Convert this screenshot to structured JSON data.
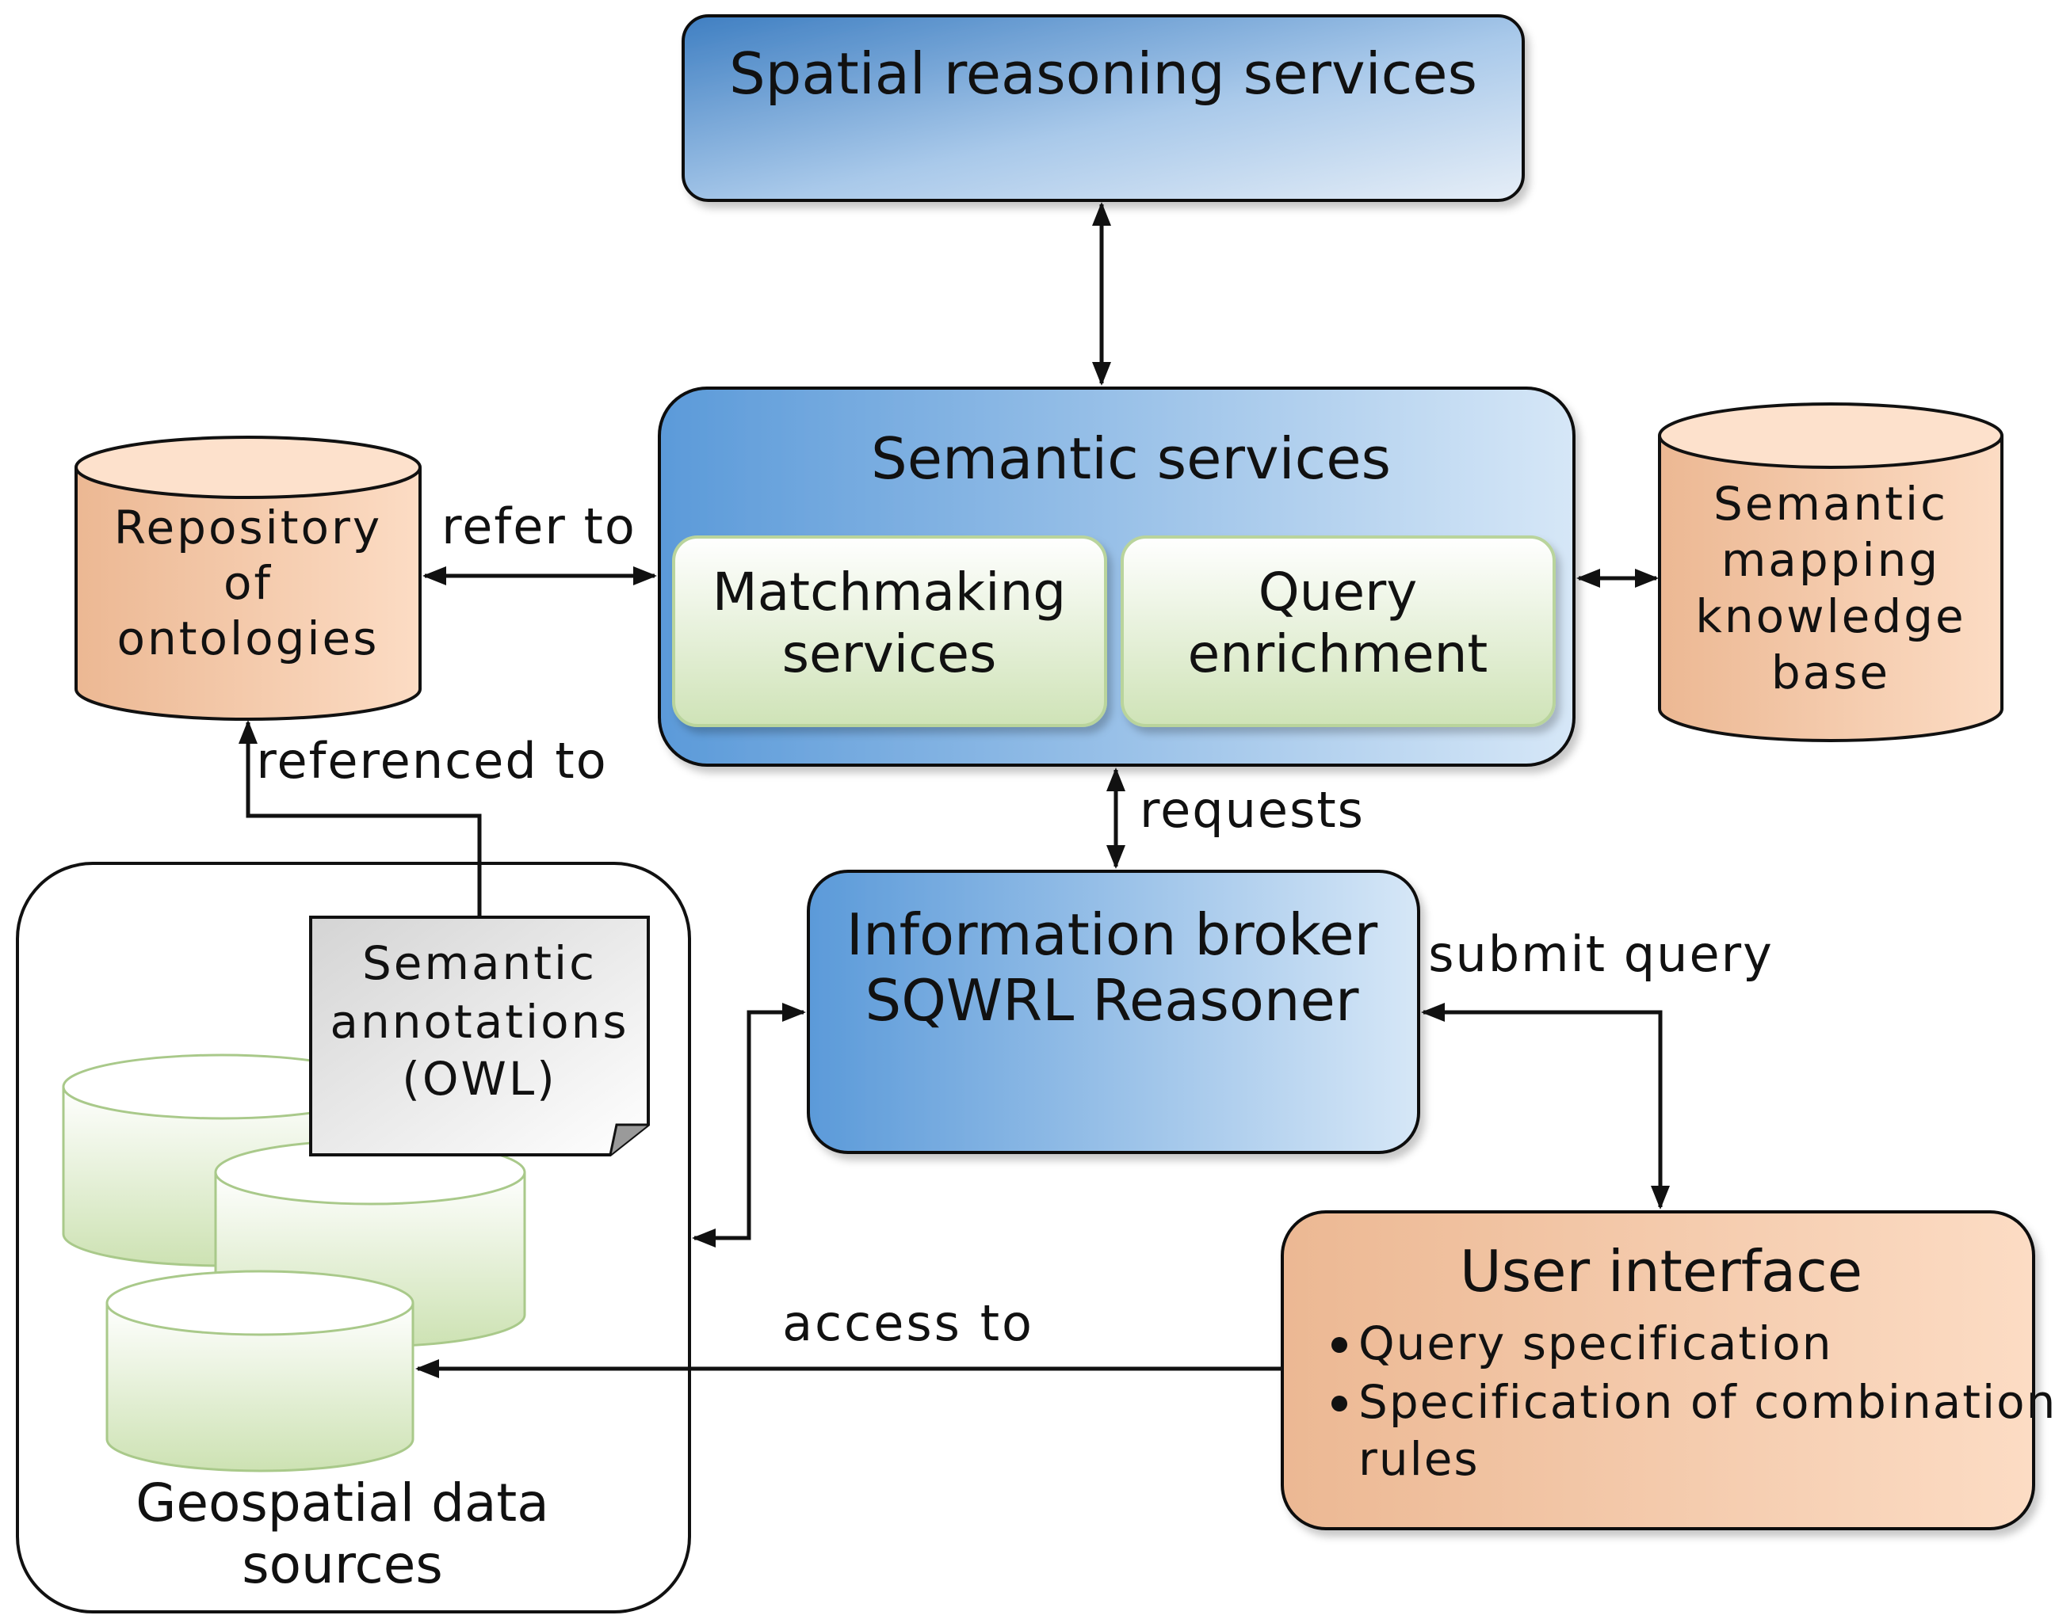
{
  "nodes": {
    "spatial": {
      "title": "Spatial reasoning services"
    },
    "semantic": {
      "title": "Semantic services"
    },
    "matchmaking": {
      "line1": "Matchmaking",
      "line2": "services"
    },
    "query_enrichment": {
      "line1": "Query",
      "line2": "enrichment"
    },
    "repository": {
      "line1": "Repository",
      "line2": "of",
      "line3": "ontologies"
    },
    "mapping_kb": {
      "line1": "Semantic",
      "line2": "mapping",
      "line3": "knowledge",
      "line4": "base"
    },
    "annotations": {
      "line1": "Semantic",
      "line2": "annotations",
      "line3": "(OWL)"
    },
    "geodata": {
      "line1": "Geospatial data",
      "line2": "sources"
    },
    "broker": {
      "line1": "Information broker",
      "line2": "SQWRL Reasoner"
    },
    "user_interface": {
      "title": "User interface",
      "bullet1": "Query specification",
      "bullet2_line1": "Specification of combination",
      "bullet2_line2": "rules"
    }
  },
  "edges": {
    "refer_to": "refer to",
    "referenced_to": "referenced to",
    "requests": "requests",
    "submit_query": "submit query",
    "access_to": "access to"
  },
  "colors": {
    "blue_dark": "#5e9bd8",
    "blue_light": "#d3e5f6",
    "blue_top_dark": "#4f8ac8",
    "blue_top_light": "#e2edf7",
    "orange_dark": "#e9b692",
    "orange_light": "#fbd8bf",
    "green_light": "#eef6e7",
    "green_dark": "#c4dcaa",
    "stroke": "#111111"
  }
}
